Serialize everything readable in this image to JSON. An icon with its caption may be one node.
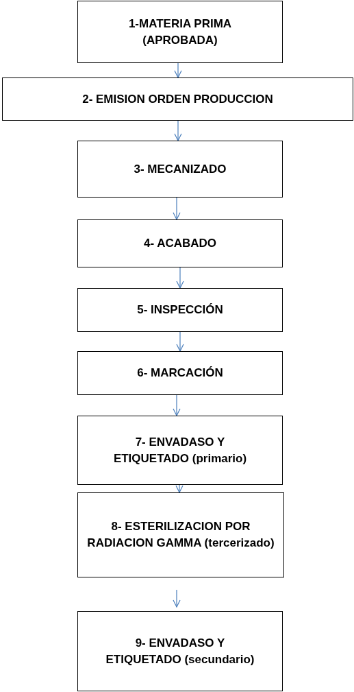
{
  "diagram": {
    "nodes": [
      {
        "text": [
          "1-MATERIA PRIMA (APROBADA)"
        ]
      },
      {
        "text": [
          "2- EMISION ORDEN PRODUCCION"
        ]
      },
      {
        "text": [
          "3- MECANIZADO"
        ]
      },
      {
        "text": [
          "4- ACABADO"
        ]
      },
      {
        "text": [
          "5- INSPECCIÓN"
        ]
      },
      {
        "text": [
          "6- MARCACIÓN"
        ]
      },
      {
        "text": [
          "7- ENVADASO Y ETIQUETADO (primario)"
        ]
      },
      {
        "text": [
          "8- ESTERILIZACION POR RADIACION GAMMA (tercerizado)"
        ]
      },
      {
        "text": [
          "9- ENVADASO Y ETIQUETADO (secundario)"
        ]
      }
    ],
    "edges": [
      {
        "from": 0,
        "to": 1,
        "arrow": "to"
      },
      {
        "from": 1,
        "to": 2,
        "arrow": "to"
      },
      {
        "from": 2,
        "to": 3,
        "arrow": "to"
      },
      {
        "from": 3,
        "to": 4,
        "arrow": "to"
      },
      {
        "from": 4,
        "to": 5,
        "arrow": "to"
      },
      {
        "from": 5,
        "to": 6,
        "arrow": "to"
      },
      {
        "from": 6,
        "to": 7,
        "arrow": "to"
      },
      {
        "from": 7,
        "to": 8,
        "arrow": "to"
      }
    ]
  }
}
